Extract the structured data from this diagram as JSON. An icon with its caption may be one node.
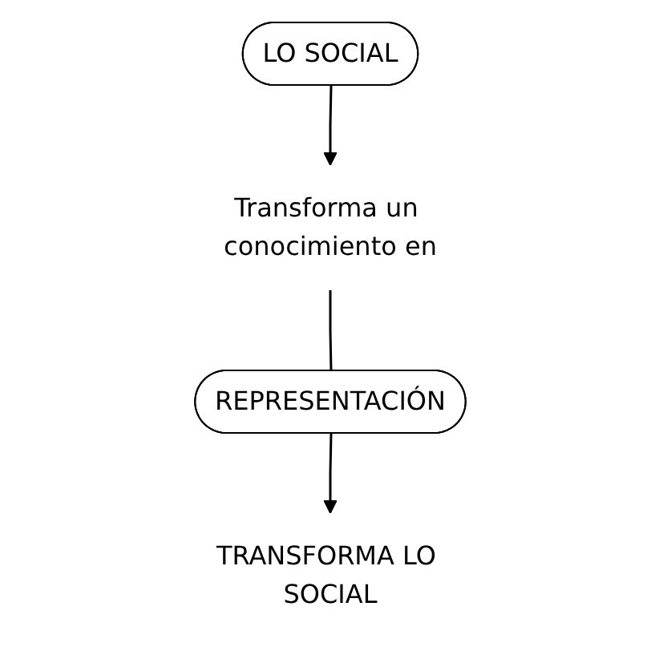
{
  "diagram": {
    "nodes": [
      {
        "text": [
          "LO SOCIAL"
        ]
      },
      {
        "text": [
          "Transforma un conocimiento en"
        ]
      },
      {
        "text": [
          "REPRESENTACIÓN"
        ]
      },
      {
        "text": [
          "TRANSFORMA LO SOCIAL"
        ]
      }
    ],
    "edges": [
      {
        "from": 0,
        "to": 1,
        "arrow": "to"
      },
      {
        "from": 1,
        "to": 2,
        "arrow": "none"
      },
      {
        "from": 2,
        "to": 3,
        "arrow": "to"
      }
    ]
  }
}
